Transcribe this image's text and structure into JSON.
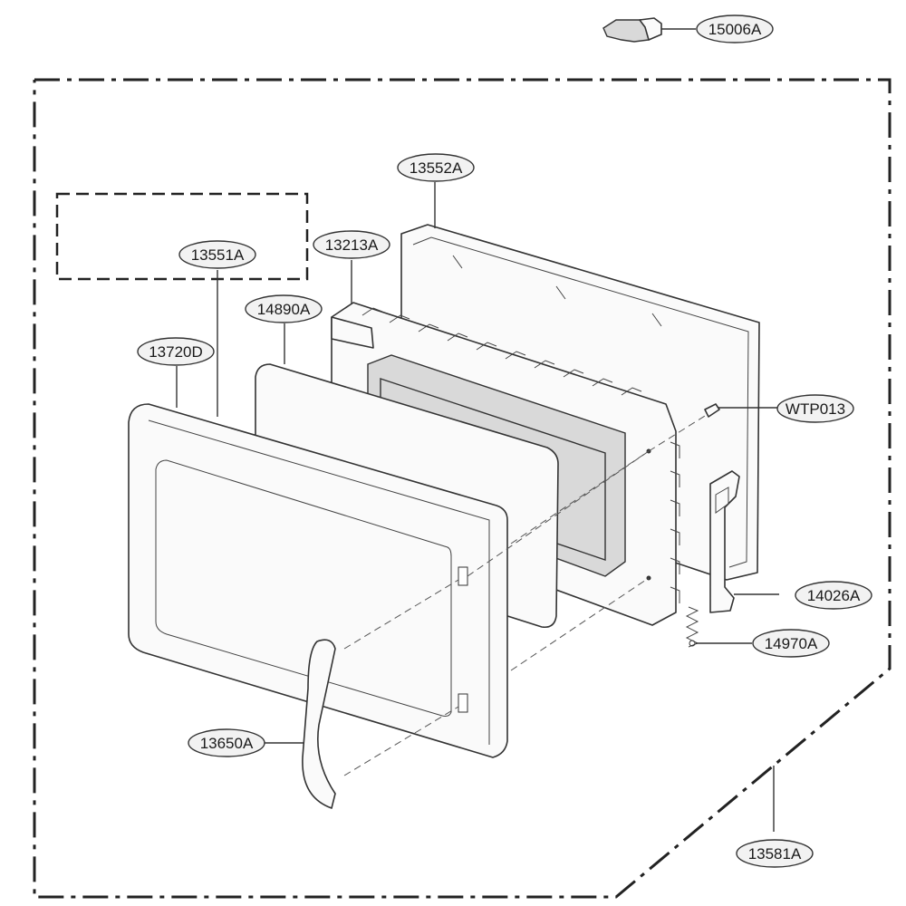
{
  "callouts": [
    {
      "id": "c-15006A",
      "text": "15006A"
    },
    {
      "id": "c-13552A",
      "text": "13552A"
    },
    {
      "id": "c-13213A",
      "text": "13213A"
    },
    {
      "id": "c-13551A",
      "text": "13551A"
    },
    {
      "id": "c-14890A",
      "text": "14890A"
    },
    {
      "id": "c-13720D",
      "text": "13720D"
    },
    {
      "id": "c-WTP013",
      "text": "WTP013"
    },
    {
      "id": "c-14026A",
      "text": "14026A"
    },
    {
      "id": "c-14970A",
      "text": "14970A"
    },
    {
      "id": "c-13650A",
      "text": "13650A"
    },
    {
      "id": "c-13581A",
      "text": "13581A"
    }
  ],
  "colors": {
    "line": "#333333",
    "fill_light": "#fafafa",
    "fill_glass": "#d9d9d9"
  }
}
